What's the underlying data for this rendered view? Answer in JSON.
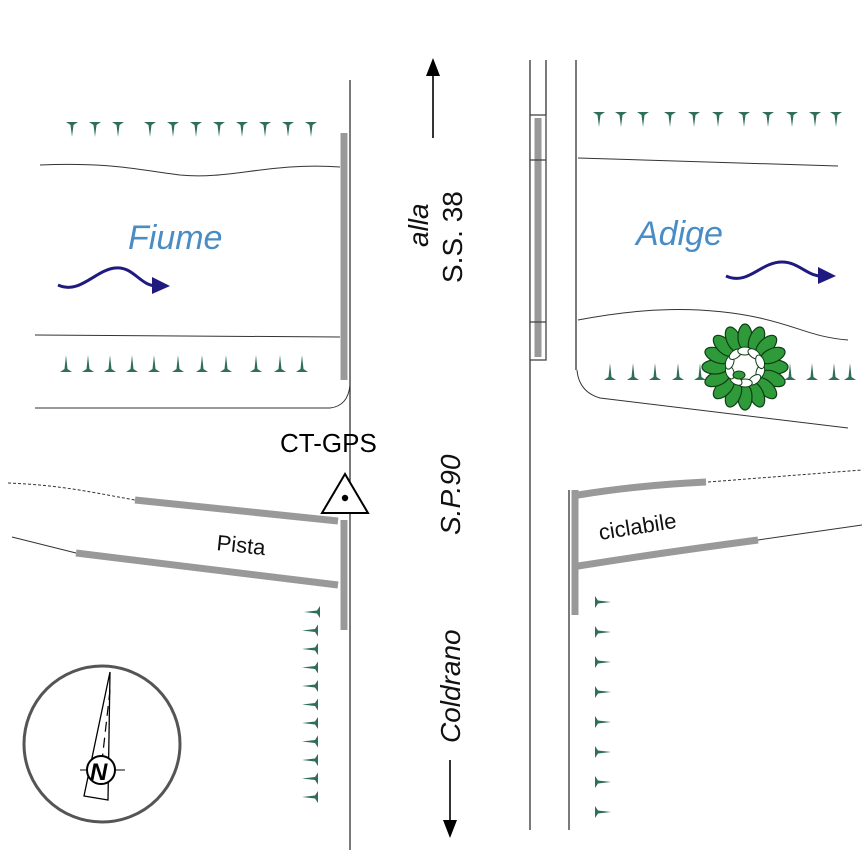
{
  "labels": {
    "river_left": "Fiume",
    "river_right": "Adige",
    "road_north_1": "alla",
    "road_north_2": "S.S. 38",
    "road_route": "S.P.90",
    "road_south": "Coldrano",
    "station": "CT-GPS",
    "path_left": "Pista",
    "path_right": "ciclabile",
    "compass_letter": "N"
  },
  "colors": {
    "river_text": "#4a8cc4",
    "flow_arrow": "#1f1a80",
    "vegetation": "#2f6e57",
    "tree": "#2e9a3a",
    "wall": "#999999"
  },
  "icons": {
    "station": "triangle-with-dot",
    "compass": "north-arrow-circle",
    "flow": "wavy-arrow"
  }
}
